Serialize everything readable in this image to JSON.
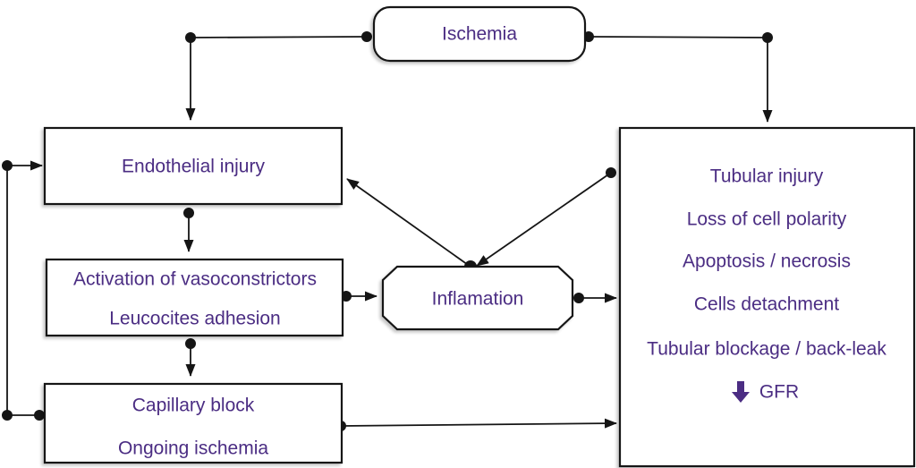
{
  "diagram": {
    "colors": {
      "background": "#ffffff",
      "line": "#151515",
      "text": "#4b2d83"
    },
    "nodes": {
      "ischemia": {
        "label": "Ischemia"
      },
      "endothelial_injury": {
        "label": "Endothelial injury"
      },
      "vasoconstrictors": {
        "lines": [
          "Activation of vasoconstrictors",
          "Leucocites adhesion"
        ]
      },
      "capillary_block": {
        "lines": [
          "Capillary block",
          "Ongoing ischemia"
        ]
      },
      "inflammation": {
        "label": "Inflamation"
      },
      "tubular_injury": {
        "lines": [
          "Tubular injury",
          "Loss of cell polarity",
          "Apoptosis / necrosis",
          "Cells detachment",
          "Tubular blockage / back-leak"
        ],
        "gfr": {
          "icon": "bold-down-arrow-icon",
          "label": "GFR"
        }
      }
    }
  }
}
